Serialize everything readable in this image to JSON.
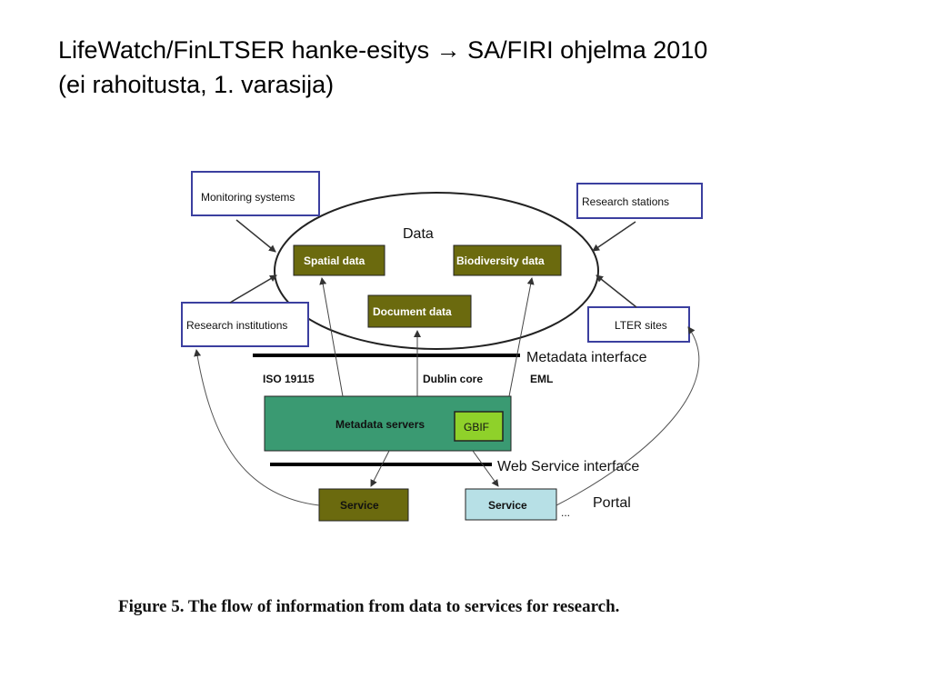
{
  "title": {
    "line1": "LifeWatch/FinLTSER hanke-esitys → SA/FIRI ohjelma 2010",
    "line2": "(ei rahoitusta, 1. varasija)"
  },
  "diagram": {
    "data_label": "Data",
    "sources": {
      "monitoring": "Monitoring systems",
      "research_stations": "Research stations",
      "research_institutions": "Research institutions",
      "lter_sites": "LTER sites"
    },
    "data_types": {
      "spatial": "Spatial data",
      "biodiversity": "Biodiversity data",
      "document": "Document data"
    },
    "metadata_interface": "Metadata interface",
    "standards": {
      "iso": "ISO 19115",
      "dublin": "Dublin core",
      "eml": "EML"
    },
    "metadata_servers": "Metadata servers",
    "gbif": "GBIF",
    "web_service_interface": "Web Service interface",
    "service_left": "Service",
    "service_right": "Service",
    "ellipsis": "...",
    "portal": "Portal"
  },
  "caption": "Figure 5. The flow of information from data to services for research.",
  "colors": {
    "box_border": "#3b3f9f",
    "olive": "#6b6a0e",
    "metadata_green": "#3a9a72",
    "gbif_green": "#8fd12a",
    "service_light": "#b7e0e6"
  }
}
